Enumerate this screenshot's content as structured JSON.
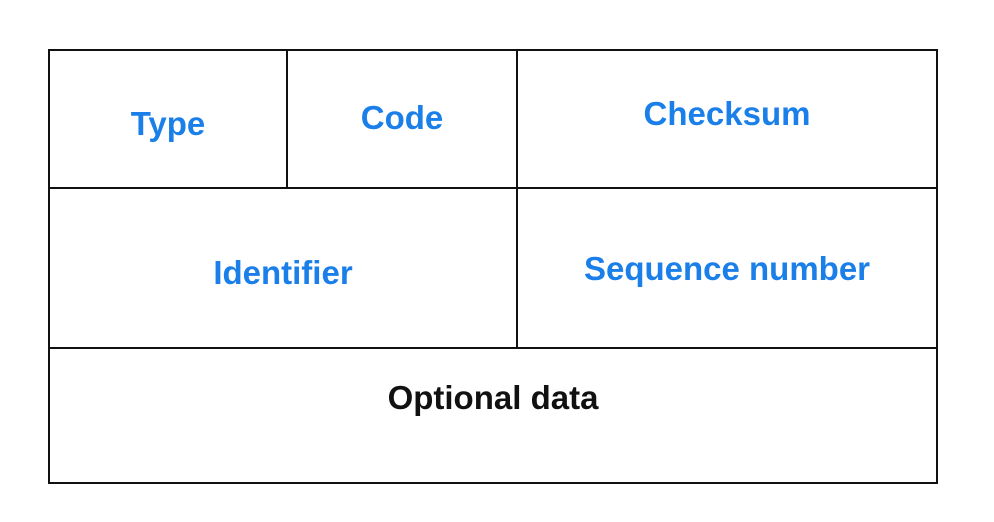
{
  "colors": {
    "field_label": "#1a7fe8",
    "data_label": "#111111",
    "border": "#111111"
  },
  "fields": {
    "type": "Type",
    "code": "Code",
    "checksum": "Checksum",
    "identifier": "Identifier",
    "sequence_number": "Sequence number",
    "optional_data": "Optional data"
  }
}
